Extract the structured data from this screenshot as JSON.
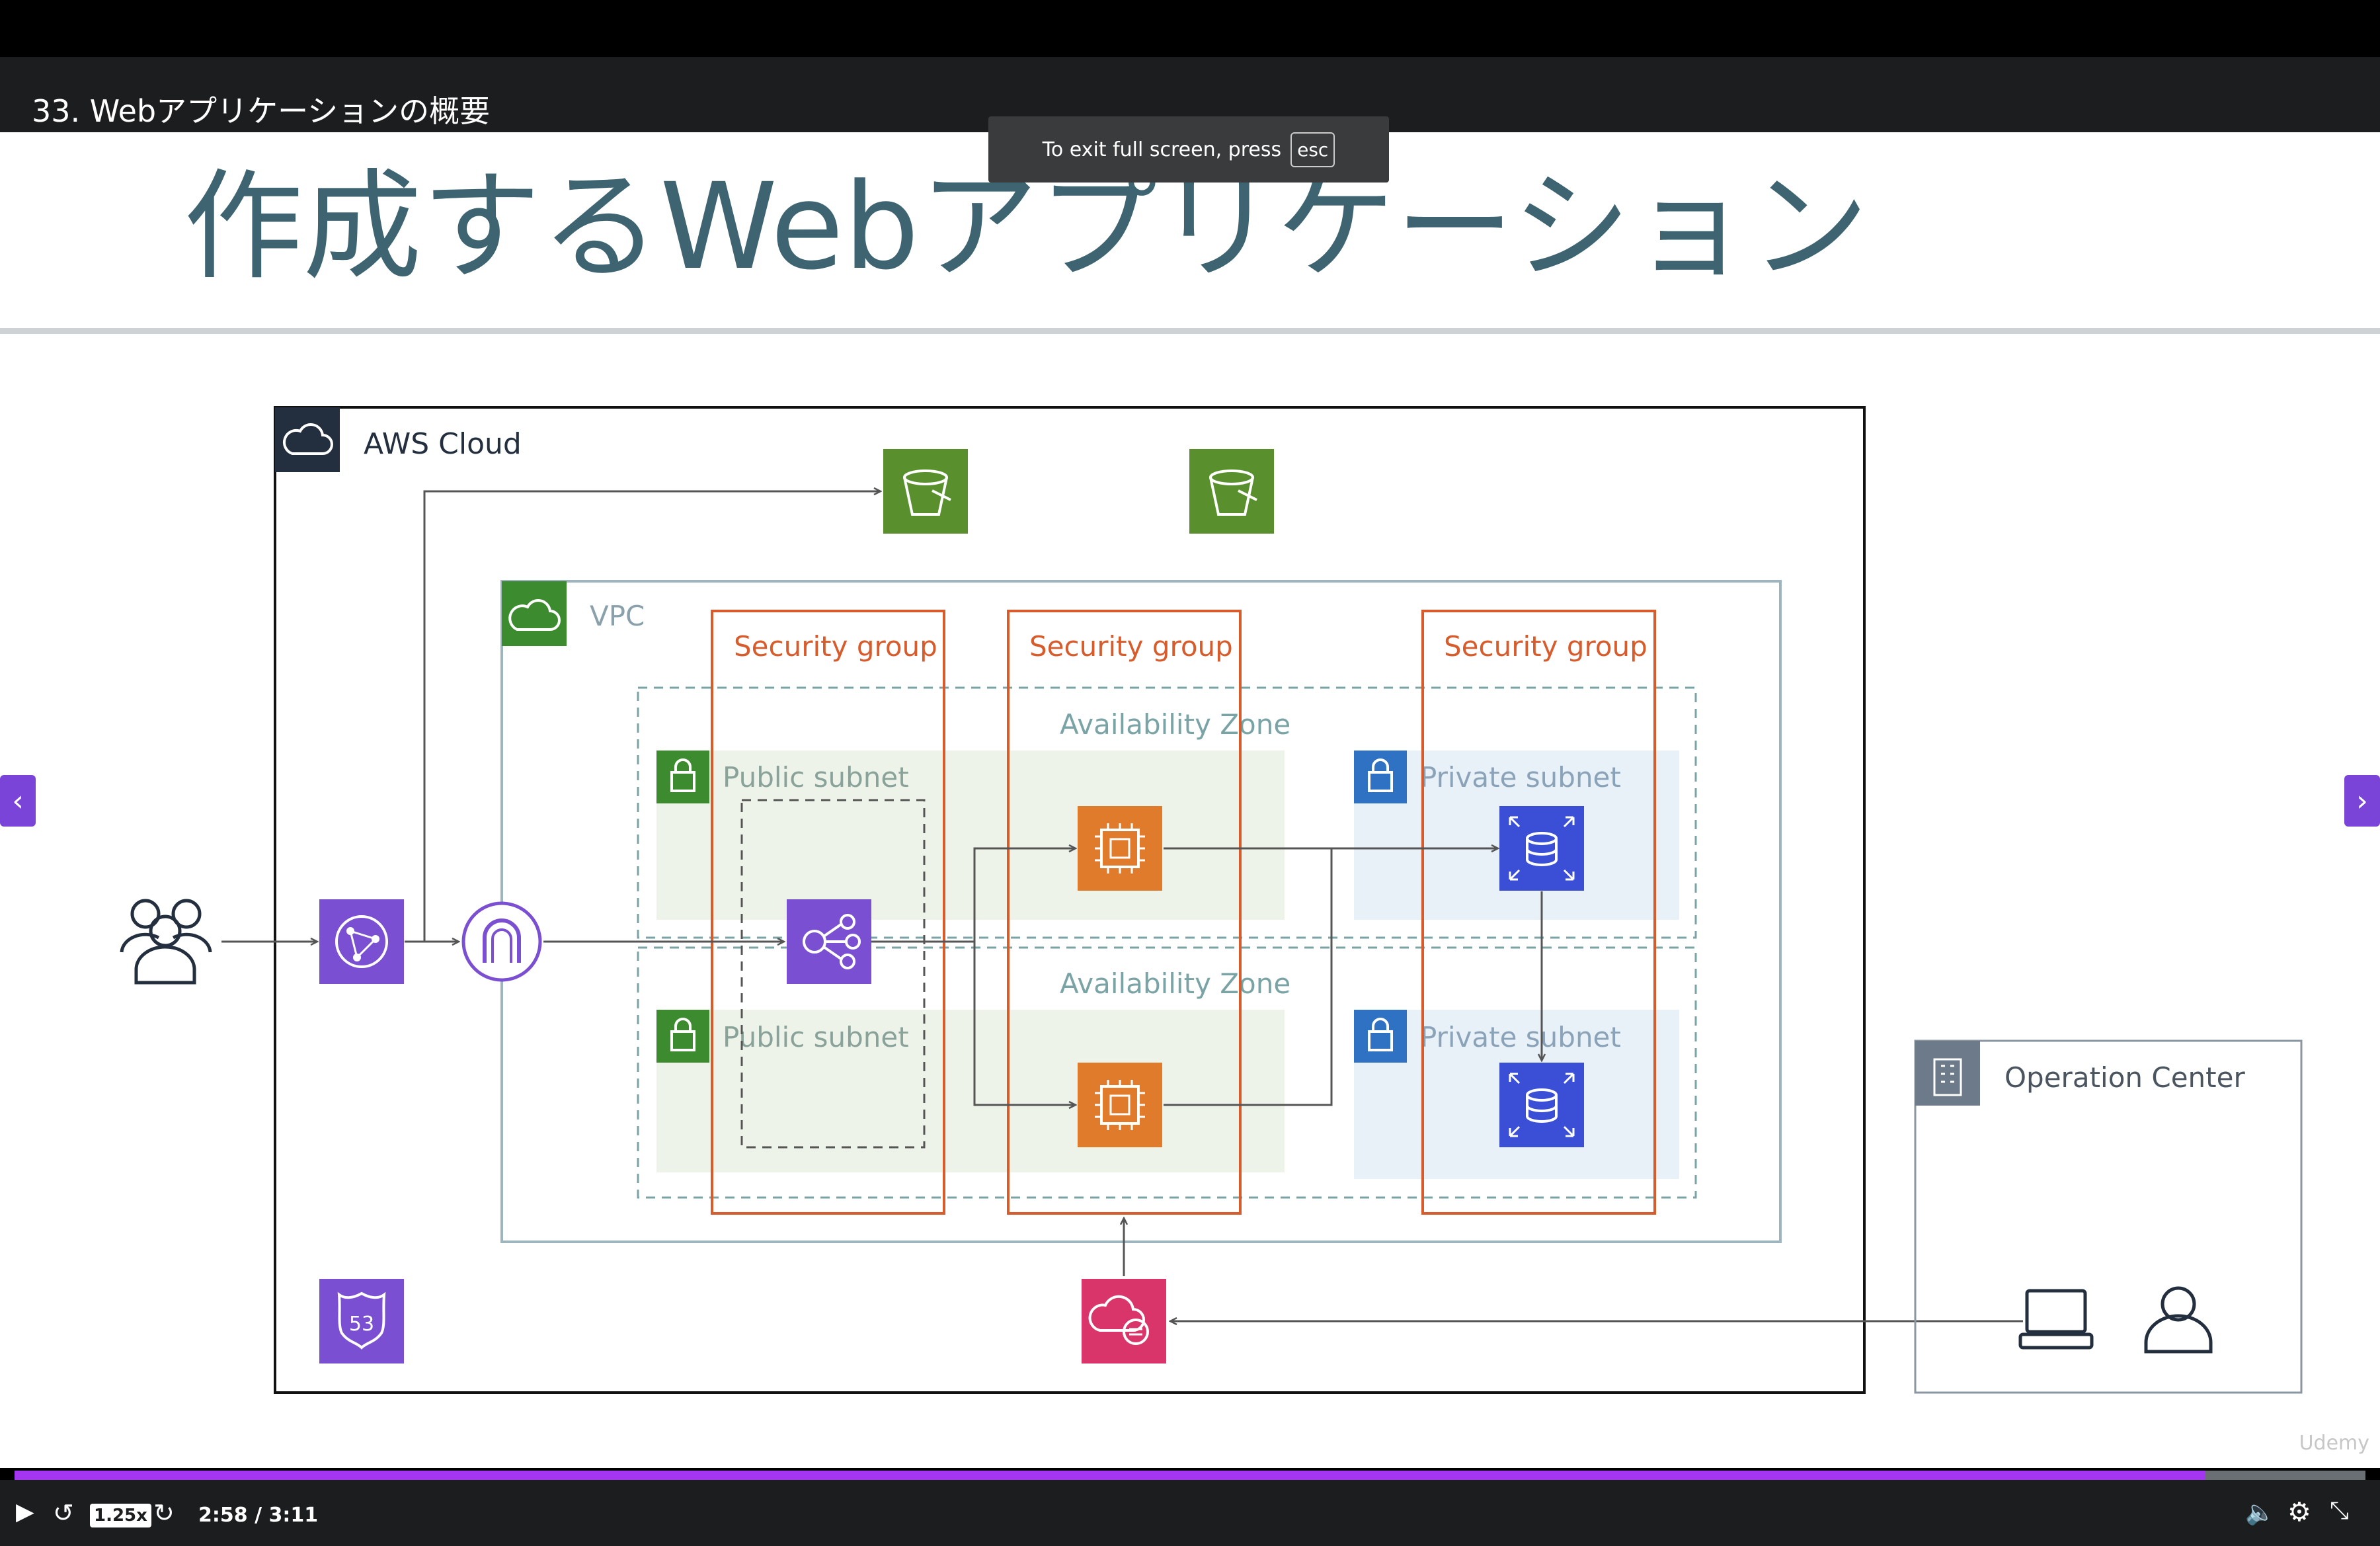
{
  "lecture": {
    "title": "33. Webアプリケーションの概要"
  },
  "fullscreen_toast": {
    "text": "To exit full screen, press",
    "key": "esc"
  },
  "slide": {
    "title": "作成するWebアプリケーション",
    "aws_cloud_label": "AWS Cloud",
    "vpc_label": "VPC",
    "security_group_label": "Security group",
    "availability_zone_label": "Availability Zone",
    "public_subnet_label": "Public subnet",
    "private_subnet_label": "Private subnet",
    "operation_center_label": "Operation Center",
    "watermark": "Udemy"
  },
  "player": {
    "speed": "1.25x",
    "time": "2:58 / 3:11",
    "progress": 0.932
  },
  "colors": {
    "title": "#3e6472",
    "s3_green": "#5a8f2e",
    "purple": "#7b4fd1",
    "orange": "#e07b2c",
    "rds_blue": "#3b4fd6",
    "pink": "#d9356a",
    "security_group": "#d75b2b",
    "public_subnet_bg": "#eef3ea",
    "private_subnet_bg": "#e8f0f8",
    "accent": "#a435f0"
  }
}
